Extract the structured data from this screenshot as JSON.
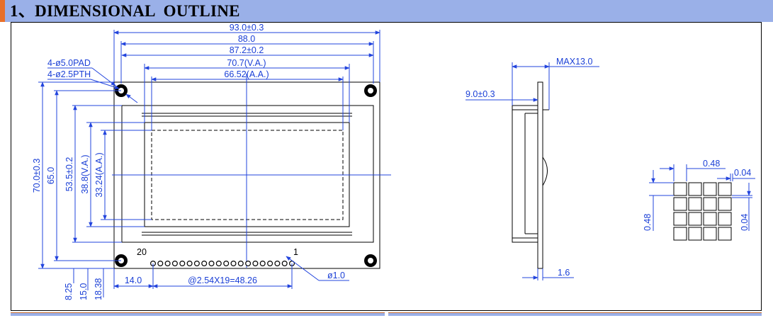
{
  "header": {
    "title": "1、DIMENSIONAL  OUTLINE"
  },
  "colors": {
    "header_bg": "#9ab0e8",
    "header_accent": "#e8702a",
    "dimension": "#1a3fd6",
    "outline": "#000000"
  },
  "front_view": {
    "width_overall": "93.0±0.3",
    "width_pcb_holes": "88.0",
    "width_bezel": "87.2±0.2",
    "width_va": "70.7(V.A.)",
    "width_aa": "66.52(A.A.)",
    "pad_note": "4-ø5.0PAD",
    "pth_note": "4-ø2.5PTH",
    "height_overall": "70.0±0.3",
    "height_holes": "65.0",
    "height_bezel": "53.5±0.2",
    "height_va": "38.8(V.A.)",
    "height_aa": "33.24(A.A.)",
    "offset_a": "8.25",
    "offset_b": "15.0",
    "offset_c": "18.38",
    "pin_offset": "14.0",
    "pin_pitch": "@2.54X19=48.26",
    "pin_diameter": "ø1.0",
    "pin_first": "1",
    "pin_last": "20"
  },
  "side_view": {
    "max_thickness": "MAX13.0",
    "bezel_depth": "9.0±0.3",
    "pcb_thickness": "1.6"
  },
  "dot_detail": {
    "dot_size_h": "0.48",
    "gap_h": "0.04",
    "dot_size_v": "0.48",
    "gap_v": "0.04"
  }
}
